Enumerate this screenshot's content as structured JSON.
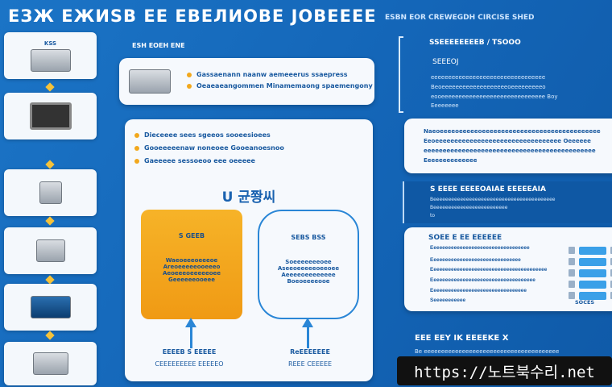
{
  "header": {
    "title": "ЕЗЖ ЕЖИSВ ЕЕ ЕВЕЛИОВЕ ЈОВЕЕЕЕ",
    "subtitle": "ESBN EOR CREWEGDH CIRCISE SHED"
  },
  "left_column": {
    "items": [
      {
        "label": "KSS"
      },
      {
        "label": ""
      },
      {
        "label": ""
      },
      {
        "label": ""
      },
      {
        "label": ""
      },
      {
        "label": ""
      }
    ]
  },
  "middle": {
    "top_label": "ESH EOEH ENE",
    "top_card": {
      "lines": [
        "Gassaenann naanw aemeeerus ssaepress",
        "Oeaeaeangommen Minamemaong spaemengony"
      ]
    },
    "main_card": {
      "lines": [
        "Dieceeee sees sgeeos sooeesioees",
        "Gooeeeeenaw noneoee Gooeanoesnoo",
        "Gaeeeee sessoeoo eee oeeeee"
      ],
      "heading": "U 균쫭씨",
      "orange_box": {
        "title": "S GEEB",
        "lines": [
          "Waeoeeeoeeeoe",
          "Areoeeeeeooeeeo",
          "Aeoeeeoeeeeeoee",
          "Geeeeeeooeee"
        ]
      },
      "blue_box": {
        "title": "SEBS BSS",
        "lines": [
          "Soeeeeeeeoee",
          "Aseeoeeeeeoeeoee",
          "Aeeeeoeeeeeeee",
          "Boeoeeeeooe"
        ]
      },
      "arrow_labels": [
        {
          "line1": "EEEEB S EEEEE",
          "line2": "CEEEEEEEEE EEEEEO"
        },
        {
          "line1": "ReEEEEEEE",
          "line2": "REEE CEEEEE"
        }
      ]
    }
  },
  "right": {
    "bracket": {
      "title": "SSEEEEEEEEB / TSOOO",
      "sub": "SEEEOJ",
      "lines": [
        "eeeeeeeeeeeeeeeeeeeeeeeeeeeeeeeee",
        "Beoeeeeeeeeeeeeeeeeeeeoeeeeeeeeeo",
        "eooeeeeeeeeeeeeeeeeeeeeeeeeeeeeee Boy",
        "Eeeeeeee"
      ]
    },
    "card1": {
      "lines": [
        "Naeoeeeeoeeeeeoeeeeeeeeeeeeeeeeeeeeeeeeeeeeeee",
        "Eeoeeeeeeeeeeeeeeeeeeeeeeeeeeeeeeeee Oeeeeee",
        "eeeeeeeeeeeeeeeeeeeeeeeeeeeeeeeeeeeeeeeeeeeee",
        "Eeeeeeeeeeeeee"
      ]
    },
    "band": {
      "title": "S EEEE EEEEOAIAE EEEEEAIA",
      "lines": [
        "Beeeeeeeeeeeeeeeeeeeeeeeeeeeeeeeeeeeeeeeee",
        "Beeeeeeeeeeeeeeeeeeeeeeeee",
        "to"
      ]
    },
    "card2": {
      "title": "SOEE E EE EEEEEE",
      "rows": [
        "Eeeeeeeeeeeeeeeeeeeeeeeeeeeeeeeeee",
        "Eeeeeeeeeeeeeeeeeeeeeeeeeeeeeee",
        "Eeeeeeeeeeeeeeeeeeeeeeeeeeeeeeeeeeeeeeee",
        "Eeeeeeeeeeeeeeeeeeeeeeeeeeeeeeeeeeee",
        "Eeeeeeeeeeeeeeeeeeeeeeeeeeeeeeeee",
        "Seeeeeeeeeee"
      ],
      "badge": "SOCES"
    },
    "bottom": {
      "title": "EEE EEY IK EEEEKE X",
      "line": "Be eeeeeeeeeeeeeeeeeeeeeeeeeeeeeeeeeeeeeee"
    }
  },
  "watermark": "https://노트북수리.net",
  "colors": {
    "background": "#1466b8",
    "accent": "#f2a81d",
    "card": "#f6f9fd"
  }
}
